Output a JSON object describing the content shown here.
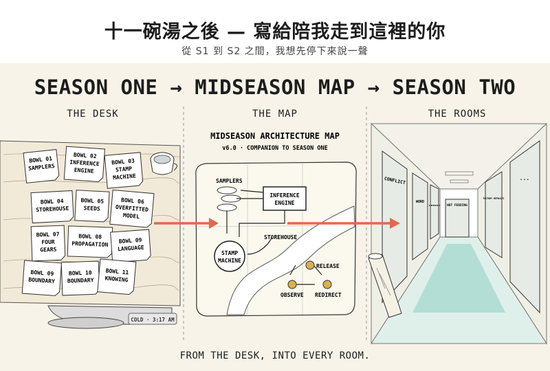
{
  "header": {
    "title": "十一碗湯之後 — 寫給陪我走到這裡的你",
    "subtitle": "從 S1 到 S2 之間，我想先停下來說一聲"
  },
  "headline": "SEASON ONE → MIDSEASON MAP → SEASON TWO",
  "panels": {
    "desk": "THE DESK",
    "map": "THE MAP",
    "rooms": "THE ROOMS"
  },
  "desk": {
    "bowls": [
      [
        "BOWL 01",
        "SAMPLERS"
      ],
      [
        "BOWL 02",
        "INFERENCE",
        "ENGINE"
      ],
      [
        "BOWL 03",
        "STAMP",
        "MACHINE"
      ],
      [
        "BOWL 04",
        "STOREHOUSE"
      ],
      [
        "BOWL 05",
        "SEEDS"
      ],
      [
        "BOWL 06",
        "OVERFITTED",
        "MODEL"
      ],
      [
        "BOWL 07",
        "FOUR",
        "GEARS"
      ],
      [
        "BOWL 08",
        "PROPAGATION"
      ],
      [
        "BOWL 09",
        "LANGUAGE"
      ],
      [
        "BOWL 09",
        "BOUNDARY"
      ],
      [
        "BOWL 10",
        "BOUNDARY"
      ],
      [
        "BOWL 11",
        "KNOWING"
      ]
    ],
    "clock": "COLD · 3:17 AM"
  },
  "map": {
    "title": "MIDSEASON ARCHITECTURE MAP",
    "subtitle": "v6.0 · COMPANION TO SEASON ONE",
    "samplers": "SAMPLERS",
    "inference": [
      "INFERENCE",
      "ENGINE"
    ],
    "storehouse": "STOREHOUSE",
    "stamp": [
      "STAMP",
      "MACHINE"
    ],
    "release": "RELEASE",
    "observe": "OBSERVE",
    "redirect": "REDIRECT"
  },
  "rooms": {
    "doors": [
      "CONFLICT",
      "WORD",
      "SCREENSHOTS",
      "NOT FEEDING",
      "FACTORY DEFAULTS",
      "..."
    ]
  },
  "footer": "FROM THE DESK, INTO EVERY ROOM.",
  "colors": {
    "arrow": "#e06a4e",
    "paper": "#f7f3e8",
    "teal": "#9fd6cc",
    "node": "#d9b04a"
  }
}
